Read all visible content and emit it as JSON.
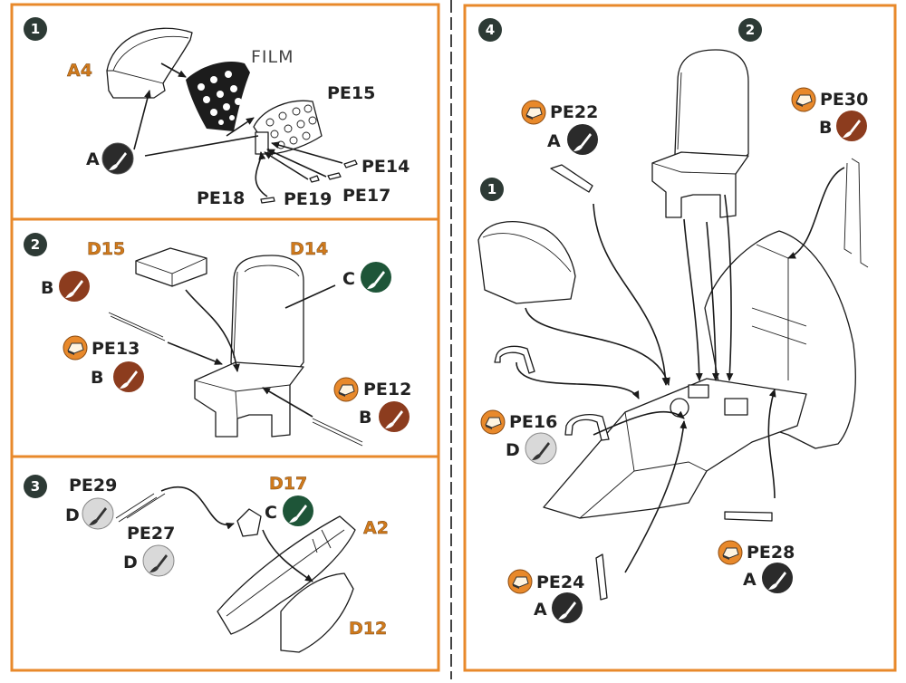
{
  "colors": {
    "frame": "#e8892b",
    "divider": "#444444",
    "step_badge": "#2d3a35",
    "paint_A": "#2b2b2b",
    "paint_B": "#8c3c1e",
    "paint_C": "#1e5538",
    "paint_D": "#d9d9d9",
    "pe_badge": "#e8892b",
    "part_label": "#d07a1c"
  },
  "step1": {
    "number": "1",
    "labels": {
      "a4": "A4",
      "film": "FILM",
      "pe15": "PE15",
      "pe14": "PE14",
      "pe17": "PE17",
      "pe18": "PE18",
      "pe19": "PE19",
      "paint_a": "A"
    }
  },
  "step2": {
    "number": "2",
    "labels": {
      "d15": "D15",
      "d14": "D14",
      "paint_b1": "B",
      "paint_c": "C",
      "pe13": "PE13",
      "paint_b2": "B",
      "pe12": "PE12",
      "paint_b3": "B"
    }
  },
  "step3": {
    "number": "3",
    "labels": {
      "pe29": "PE29",
      "paint_d1": "D",
      "pe27": "PE27",
      "paint_d2": "D",
      "d17": "D17",
      "paint_c": "C",
      "a2": "A2",
      "d12": "D12"
    }
  },
  "step4": {
    "number": "4",
    "ref_step2": "2",
    "ref_step1": "1",
    "labels": {
      "pe22": "PE22",
      "paint_a1": "A",
      "pe30": "PE30",
      "paint_b": "B",
      "pe16": "PE16",
      "paint_d": "D",
      "pe24": "PE24",
      "paint_a2": "A",
      "pe28": "PE28",
      "paint_a3": "A"
    }
  },
  "icons": {
    "paint_brush": "paint-brush-icon",
    "photo_etch": "photo-etch-icon",
    "step_badge": "step-number-badge"
  }
}
